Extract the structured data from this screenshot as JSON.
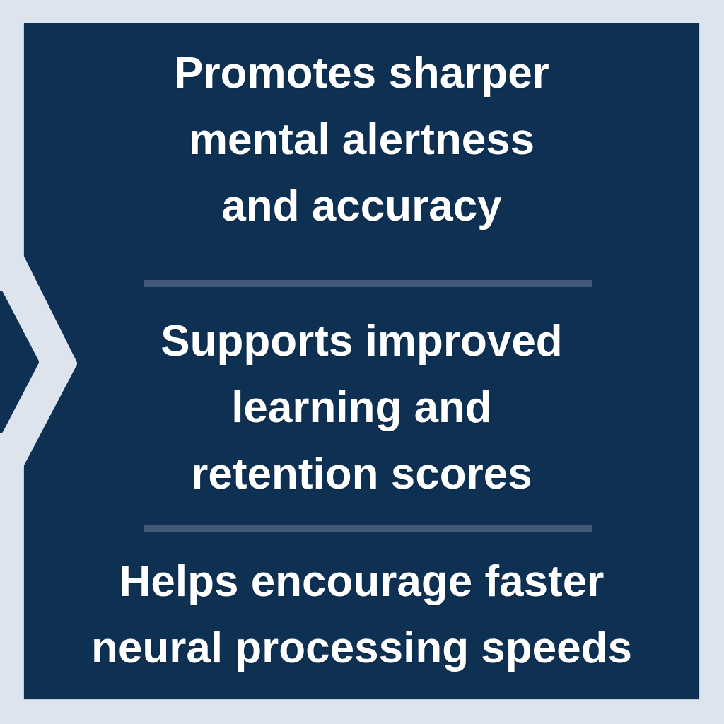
{
  "theme": {
    "background_color": "#dee4ee",
    "card_color": "#0e3053",
    "divider_color": "#44587a",
    "text_color": "#ffffff",
    "chevron_band_color": "#dee4ee",
    "chevron_tip_color": "#0e3053"
  },
  "icons": {
    "left_decoration": "chevron-right-icon"
  },
  "benefits": [
    {
      "lines": [
        "Promotes sharper",
        "mental alertness",
        "and accuracy"
      ]
    },
    {
      "lines": [
        "Supports improved",
        "learning and",
        "retention scores"
      ]
    },
    {
      "lines": [
        "Helps encourage faster",
        "neural processing speeds"
      ]
    }
  ]
}
